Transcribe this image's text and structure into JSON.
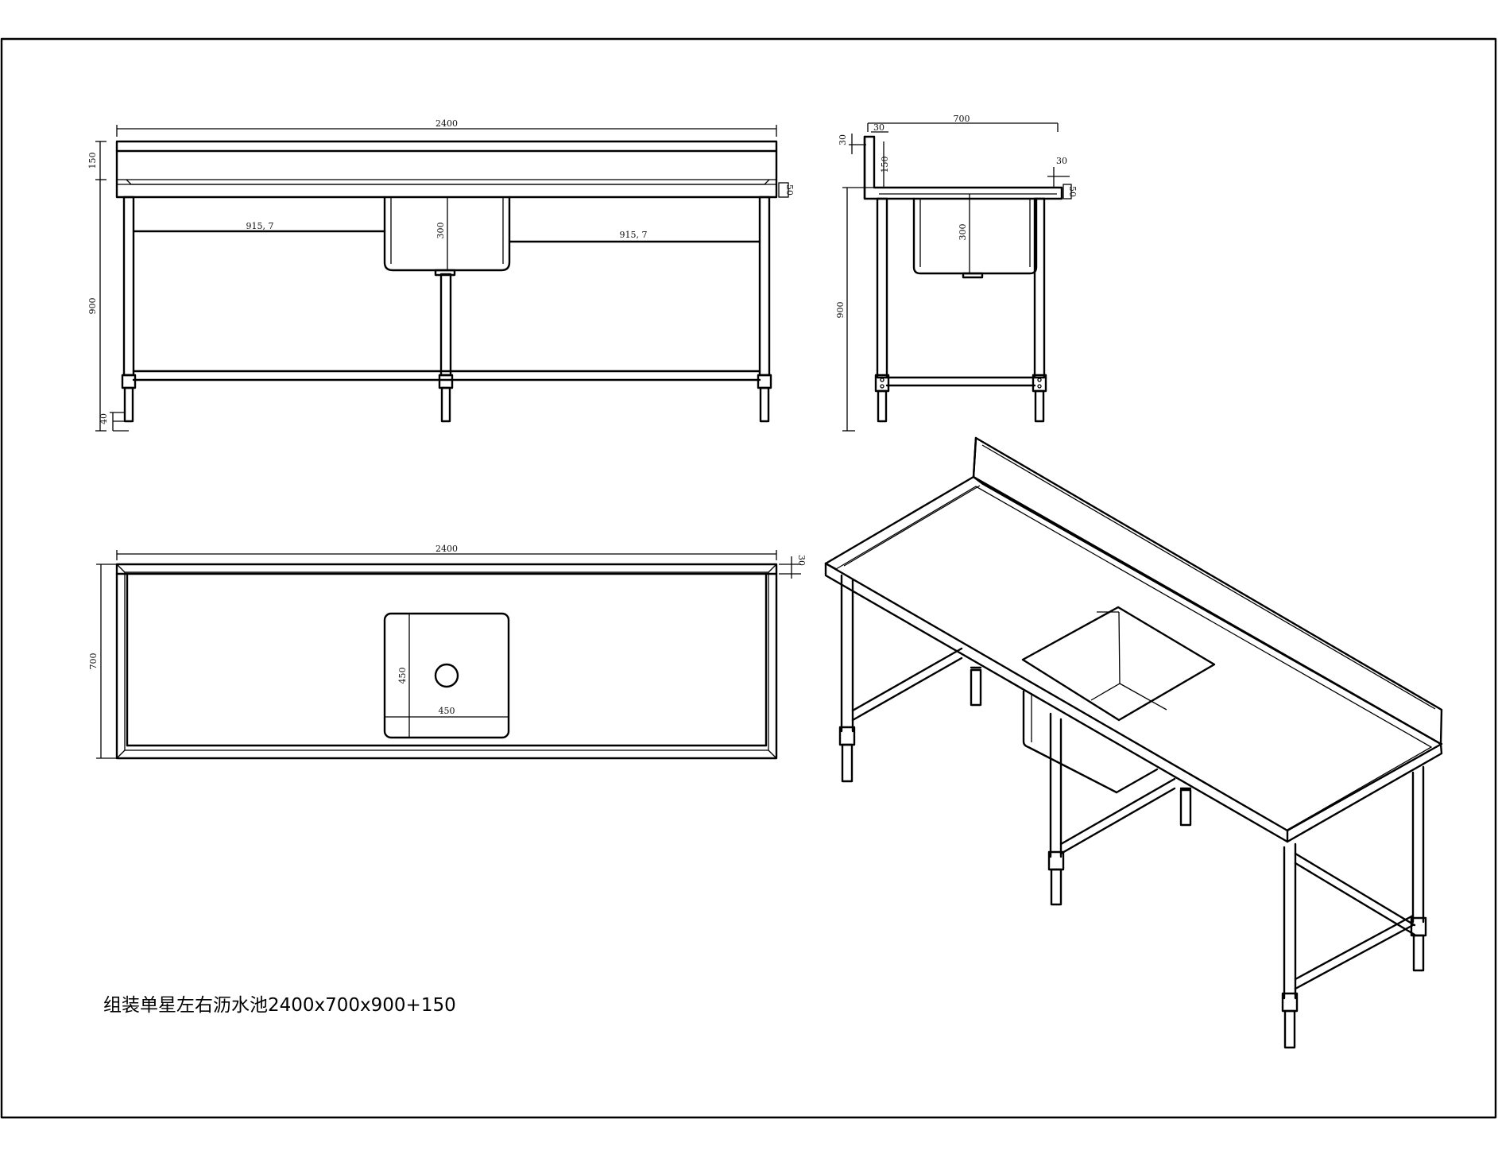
{
  "title": "组装单星左右沥水池2400x700x900+150",
  "front_view": {
    "width": "2400",
    "backsplash": "150",
    "height": "900",
    "left_offset": "915, 7",
    "right_offset": "915, 7",
    "bowl_depth": "300",
    "edge": "50",
    "foot": "40"
  },
  "side_view": {
    "depth": "700",
    "lip_left": "30",
    "lip_top": "30",
    "backsplash": "150",
    "lip_right": "30",
    "edge": "50",
    "bowl_depth": "300",
    "height": "900"
  },
  "plan_view": {
    "width": "2400",
    "depth": "700",
    "rim": "30",
    "bowl_width": "450",
    "bowl_length": "450"
  }
}
